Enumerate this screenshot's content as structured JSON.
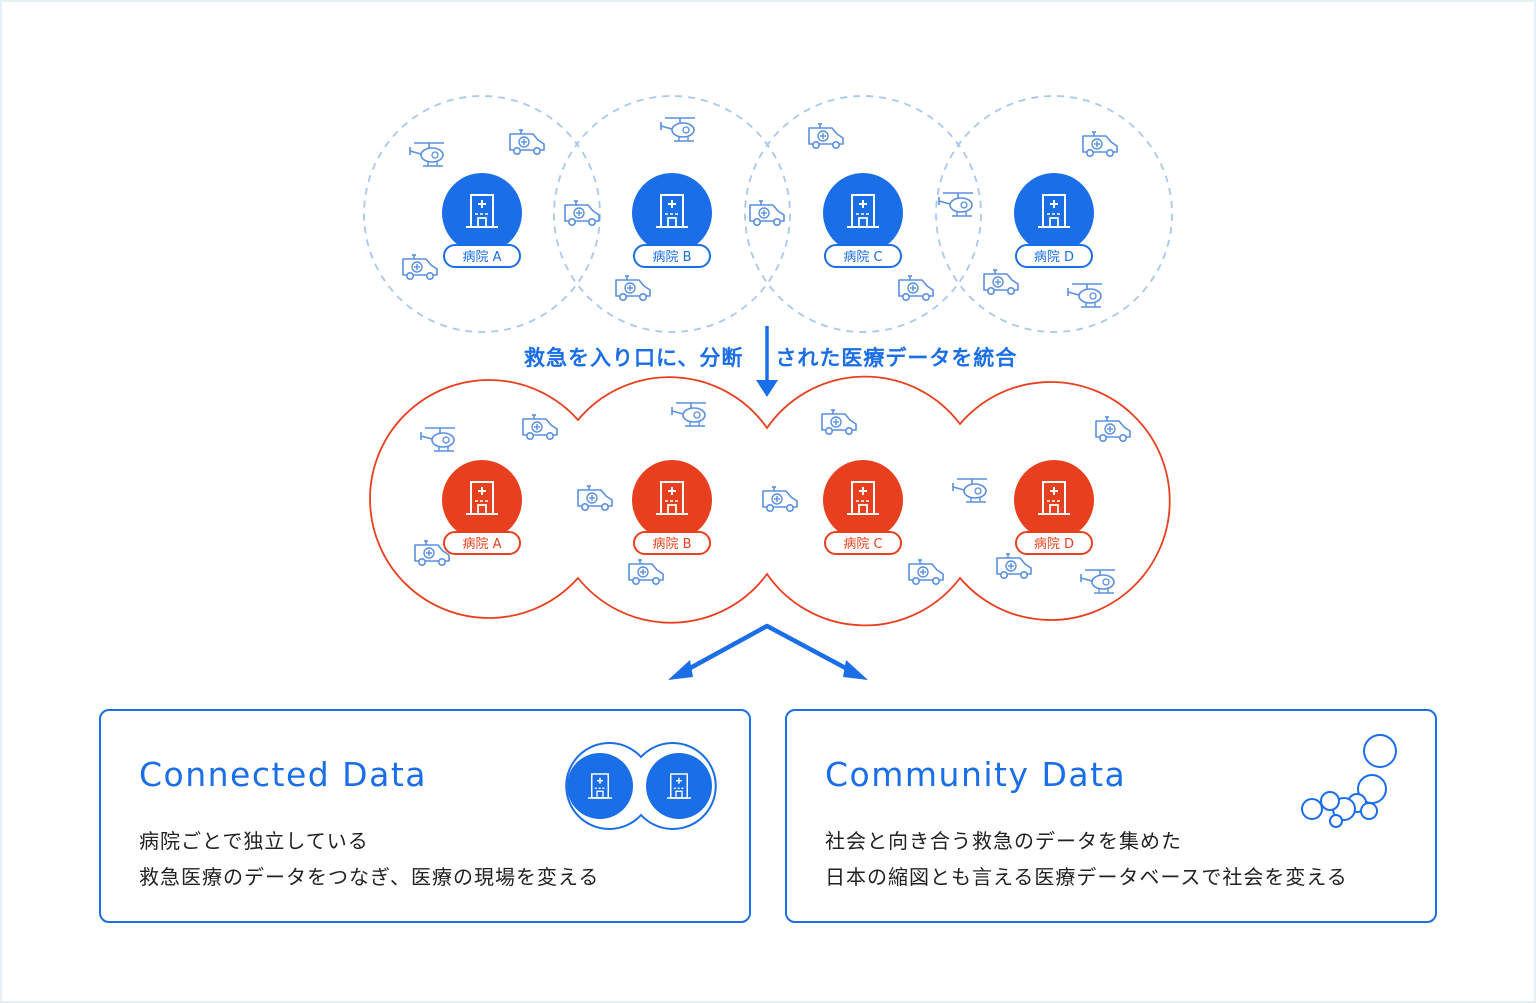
{
  "colors": {
    "blue": "#1a6ee8",
    "red": "#e8401f",
    "dashed_circle": "#a9c8ec",
    "icon_outline": "#5a8fe0",
    "frame_border": "#e3f1f4"
  },
  "hospitals": [
    {
      "label": "病院 A"
    },
    {
      "label": "病院 B"
    },
    {
      "label": "病院 C"
    },
    {
      "label": "病院 D"
    }
  ],
  "icons": {
    "hospital": "hospital-building-icon",
    "ambulance": "ambulance-icon",
    "helicopter": "helicopter-icon"
  },
  "caption": {
    "part1": "救急を入り口に、分断",
    "part2": "された医療データを統合"
  },
  "cards": {
    "connected": {
      "title": "Connected Data",
      "line1": "病院ごとで独立している",
      "line2": "救急医療のデータをつなぎ、医療の現場を変える"
    },
    "community": {
      "title": "Community Data",
      "line1": "社会と向き合う救急のデータを集めた",
      "line2": "日本の縮図とも言える医療データベースで社会を変える"
    }
  }
}
